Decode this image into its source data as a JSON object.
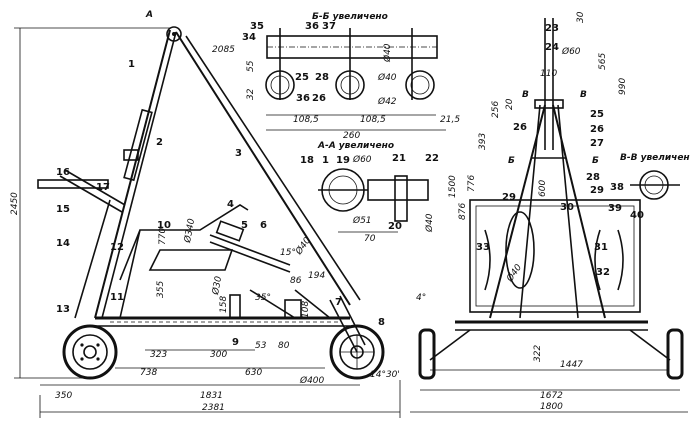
{
  "section_labels": {
    "bb": "Б-Б увеличено",
    "aa": "А-А увеличено",
    "vv": "В-В увеличено"
  },
  "section_markers": {
    "a": "А",
    "b_left": "Б",
    "b_right": "Б",
    "v_left": "В",
    "v_right": "В"
  },
  "part_numbers": [
    "1",
    "2",
    "3",
    "4",
    "5",
    "6",
    "7",
    "8",
    "9",
    "10",
    "11",
    "12",
    "13",
    "14",
    "15",
    "16",
    "17",
    "18",
    "19",
    "20",
    "21",
    "22",
    "23",
    "24",
    "25",
    "26",
    "27",
    "28",
    "29",
    "30",
    "31",
    "32",
    "33",
    "34",
    "35",
    "36",
    "37",
    "38",
    "39",
    "40"
  ],
  "side_view": {
    "dims": {
      "height_total": "2450",
      "boom_len": "2085",
      "seat_h": "770",
      "d340": "Ø340",
      "d40": "Ø40",
      "d30": "Ø30",
      "d400": "Ø400",
      "h355": "355",
      "h158": "158",
      "h108": "108",
      "w86": "86",
      "w194": "194",
      "angle15": "15°",
      "angle35": "35°",
      "angle_wheel": "14°30'",
      "w323": "323",
      "w300": "300",
      "w738": "738",
      "w630": "630",
      "w53": "53",
      "w80": "80",
      "w350": "350",
      "w1831": "1831",
      "w2381": "2381"
    }
  },
  "section_bb": {
    "dims": {
      "h55": "55",
      "h32": "32",
      "d40a": "Ø40",
      "d40b": "Ø40",
      "d42": "Ø42",
      "w108a": "108,5",
      "w108b": "108,5",
      "w21": "21,5",
      "w260": "260"
    }
  },
  "section_aa": {
    "dims": {
      "d60": "Ø60",
      "d51": "Ø51",
      "d40": "Ø40",
      "w70": "70"
    }
  },
  "front_view": {
    "dims": {
      "h30": "30",
      "d60": "Ø60",
      "h565": "565",
      "h990": "990",
      "w110": "110",
      "h20": "20",
      "h256": "256",
      "h393": "393",
      "h776": "776",
      "h1500": "1500",
      "h600": "600",
      "h876": "876",
      "d40": "Ø40",
      "angle4": "4°",
      "h322": "322",
      "w1447": "1447",
      "w1672": "1672",
      "w1800": "1800"
    }
  }
}
